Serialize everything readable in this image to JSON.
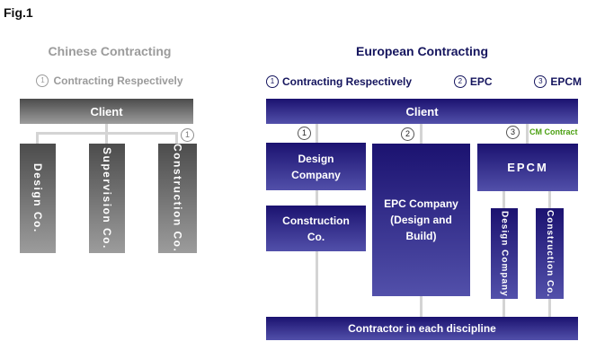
{
  "figure_label": "Fig.1",
  "chinese": {
    "title": "Chinese Contracting",
    "subtitle_num": "1",
    "subtitle": "Contracting Respectively",
    "client": "Client",
    "branch_num": "1",
    "boxes": [
      "Design  Co.",
      "Supervision  Co.",
      "Construction  Co."
    ]
  },
  "european": {
    "title": "European Contracting",
    "legend": [
      {
        "num": "1",
        "label": "Contracting Respectively"
      },
      {
        "num": "2",
        "label": "EPC"
      },
      {
        "num": "3",
        "label": "EPCM"
      }
    ],
    "client": "Client",
    "branch_nums": [
      "1",
      "2",
      "3"
    ],
    "cm_contract": "CM Contract",
    "design_company": "Design Company",
    "construction_co": "Construction Co.",
    "epc_company": "EPC Company (Design and Build)",
    "epcm": "EPCM",
    "design_company_vertical": "Design Company",
    "construction_co_vertical": "Construction Co.",
    "bottom_bar": "Contractor in each discipline"
  },
  "colors": {
    "navy_gradient_top": "#1b1270",
    "navy_gradient_bottom": "#5250aa",
    "gray_gradient_top": "#4c4c4c",
    "gray_gradient_bottom": "#9c9c9c",
    "connector_gray": "#d4d4d4",
    "title_gray": "#9b9b9b",
    "title_navy": "#15155e",
    "cm_contract_green": "#4ba012"
  }
}
